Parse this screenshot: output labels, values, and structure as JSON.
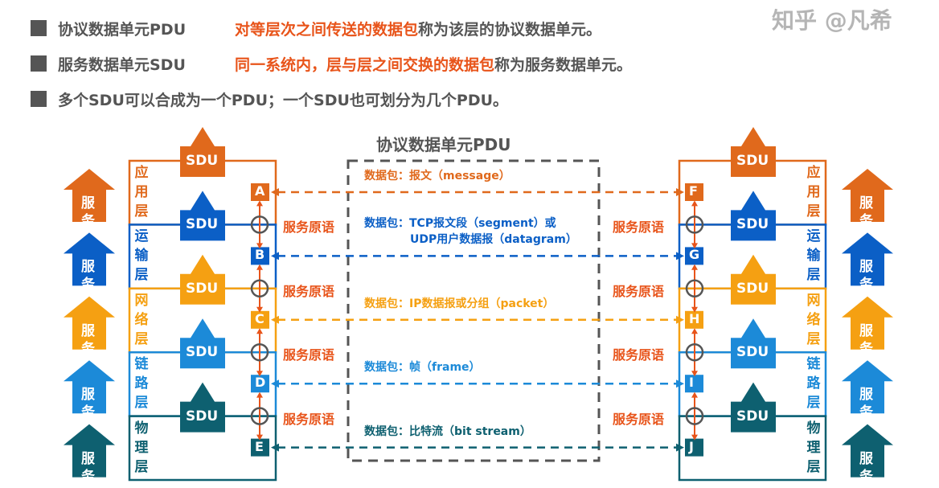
{
  "bullets": [
    {
      "term": "协议数据单元PDU",
      "highlight": "对等层次之间传送的数据包",
      "rest": "称为该层的协议数据单元。"
    },
    {
      "term": "服务数据单元SDU",
      "highlight": "同一系统内，层与层之间交换的数据包",
      "rest": "称为服务数据单元。"
    },
    {
      "term": "",
      "highlight": "",
      "rest": "多个SDU可以合成为一个PDU；一个SDU也可划分为几个PDU。"
    }
  ],
  "pdu_title": "协议数据单元PDU",
  "sdu_label": "SDU",
  "service_label": "服务",
  "primitive_label": "服务原语",
  "layers": [
    {
      "name": "应用层",
      "color": "#e0691c",
      "left_point": "A",
      "right_point": "F",
      "pdu": [
        "数据包：报文（message）"
      ]
    },
    {
      "name": "运输层",
      "color": "#0b5fc6",
      "left_point": "B",
      "right_point": "G",
      "pdu": [
        "数据包：TCP报文段（segment）或",
        "UDP用户数据报（datagram）"
      ]
    },
    {
      "name": "网络层",
      "color": "#f5a012",
      "left_point": "C",
      "right_point": "H",
      "pdu": [
        "数据包：IP数据报或分组（packet）"
      ]
    },
    {
      "name": "链路层",
      "color": "#1c8ad8",
      "left_point": "D",
      "right_point": "I",
      "pdu": [
        "数据包：帧（frame）"
      ]
    },
    {
      "name": "物理层",
      "color": "#0e6070",
      "left_point": "E",
      "right_point": "J",
      "pdu": [
        "数据包：比特流（bit stream）"
      ]
    }
  ],
  "colors": {
    "primitive": "#e8541a",
    "gray": "#555555"
  },
  "watermark": "知乎 @凡希"
}
